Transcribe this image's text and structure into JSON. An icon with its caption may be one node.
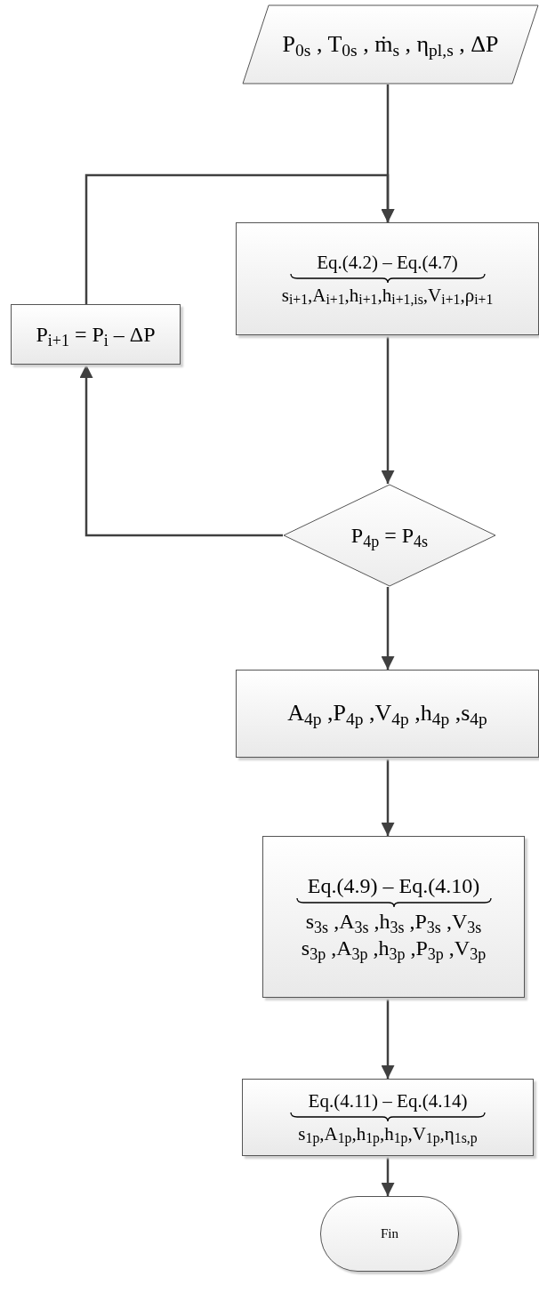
{
  "diagram": {
    "nodes": [
      {
        "text": [
          "P$_{0s}$ , T$_{0s}$ , ṁ$_{s}$ , η$_{pl,s}$ , ΔP"
        ]
      },
      {
        "text": [
          "Eq.(4.2) – Eq.(4.7)",
          "s$_{i+1}$,A$_{i+1}$,h$_{i+1}$,h$_{i+1,is}$,V$_{i+1}$,ρ$_{i+1}$"
        ]
      },
      {
        "text": [
          "P$_{i+1}$ = P$_{i}$ – ΔP"
        ]
      },
      {
        "text": [
          "P$_{4p}$ = P$_{4s}$"
        ]
      },
      {
        "text": [
          "A$_{4p}$ ,P$_{4p}$ ,V$_{4p}$ ,h$_{4p}$ ,s$_{4p}$"
        ]
      },
      {
        "text": [
          "Eq.(4.9) – Eq.(4.10)",
          "s$_{3s}$ ,A$_{3s}$ ,h$_{3s}$ ,P$_{3s}$ ,V$_{3s}$",
          "s$_{3p}$ ,A$_{3p}$ ,h$_{3p}$ ,P$_{3p}$ ,V$_{3p}$"
        ]
      },
      {
        "text": [
          "Eq.(4.11) – Eq.(4.14)",
          "s$_{1p}$,A$_{1p}$,h$_{1p}$,h$_{1p}$,V$_{1p}$,η$_{1s,p}$"
        ]
      },
      {
        "text": [
          "Fin"
        ]
      }
    ],
    "edges": [
      {
        "from": 0,
        "to": 1,
        "arrow": "to"
      },
      {
        "from": 1,
        "to": 3,
        "arrow": "to"
      },
      {
        "from": 3,
        "to": 2,
        "arrow": "to"
      },
      {
        "from": 2,
        "to": 1,
        "arrow": "to"
      },
      {
        "from": 3,
        "to": 4,
        "arrow": "to"
      },
      {
        "from": 4,
        "to": 5,
        "arrow": "to"
      },
      {
        "from": 5,
        "to": 6,
        "arrow": "to"
      },
      {
        "from": 6,
        "to": 7,
        "arrow": "to"
      }
    ]
  }
}
